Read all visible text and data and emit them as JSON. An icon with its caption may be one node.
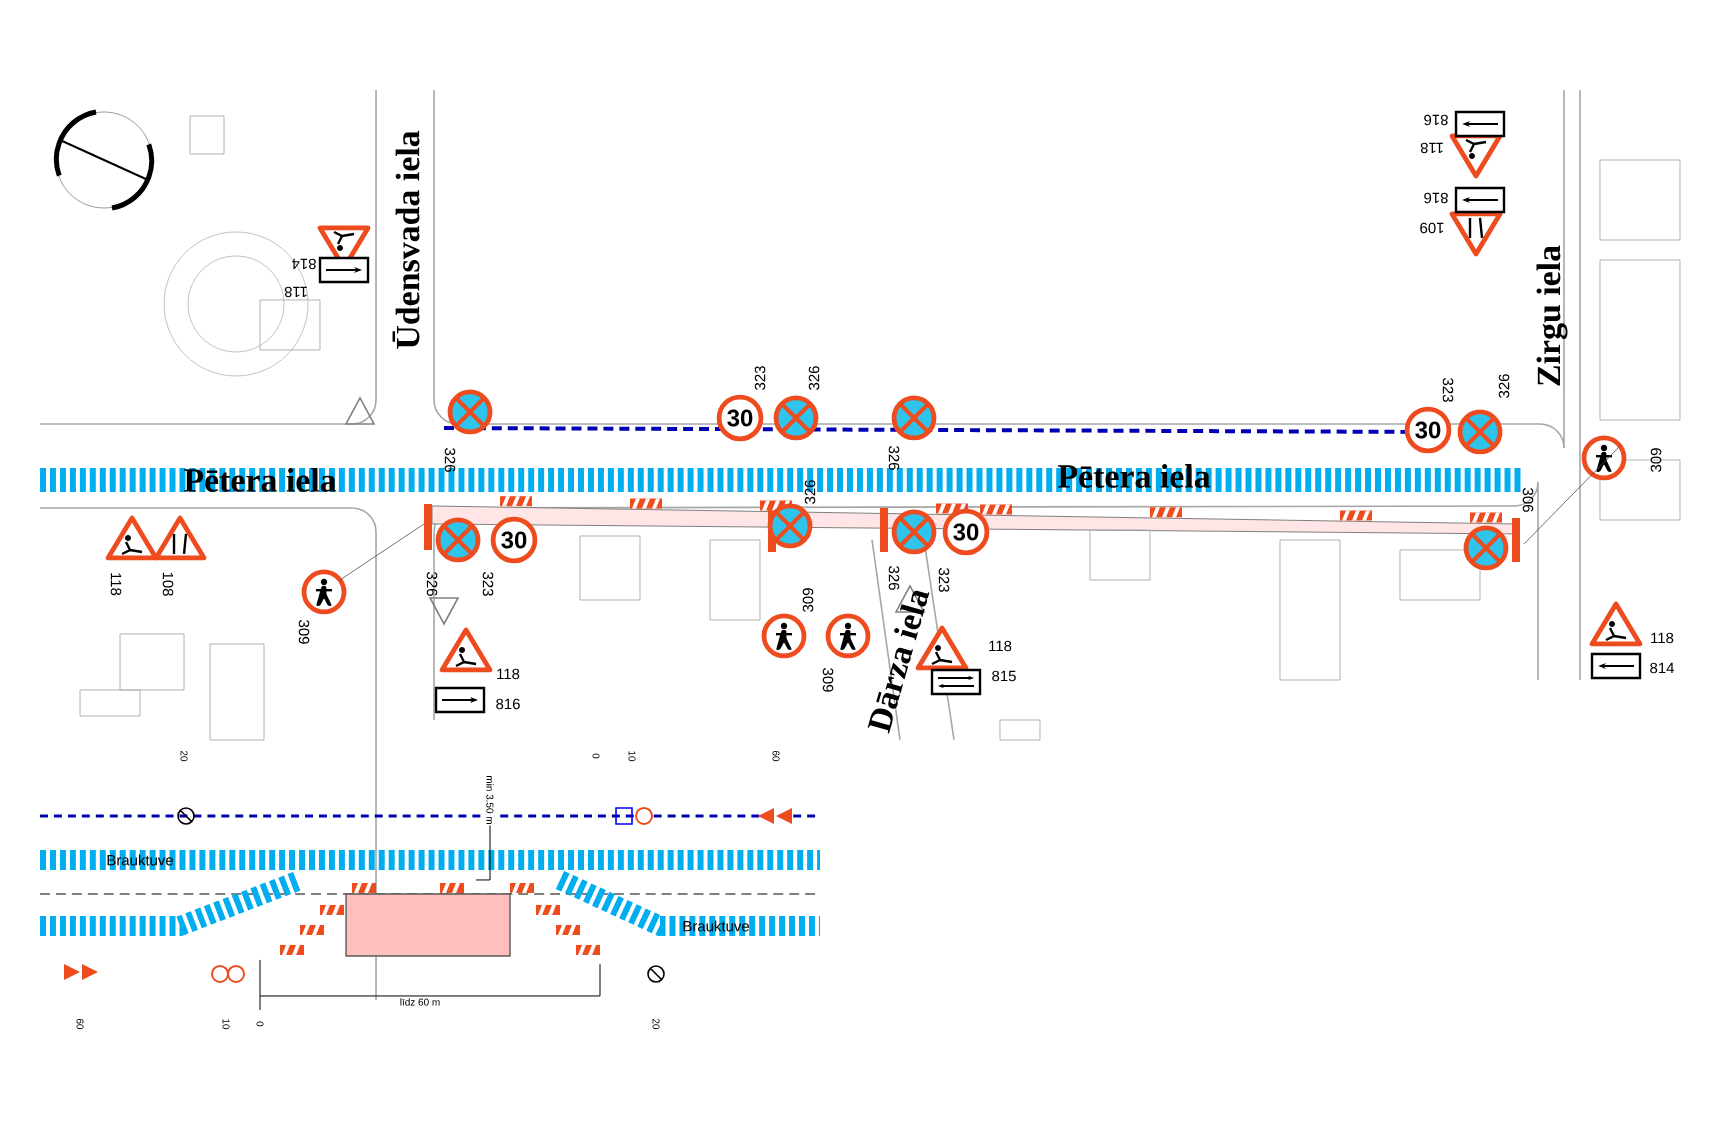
{
  "diagram": {
    "labels": [
      "Ūdensvada iela",
      "814",
      "118",
      "Pētera iela",
      "326",
      "323",
      "326",
      "326",
      "Pētera iela",
      "323",
      "326",
      "Zirgu iela",
      "309",
      "118",
      "108",
      "326",
      "323",
      "309",
      "326",
      "309",
      "309",
      "Dārza iela",
      "326",
      "323",
      "118",
      "816",
      "118",
      "815",
      "306",
      "118",
      "814",
      "816",
      "118",
      "816",
      "109",
      "30",
      "30",
      "30",
      "30",
      "20",
      "0",
      "10",
      "60",
      "min 3.50 m",
      "Brauktuve",
      "Brauktuve",
      "60",
      "10",
      "0",
      "līdz 60 m",
      "20"
    ]
  }
}
